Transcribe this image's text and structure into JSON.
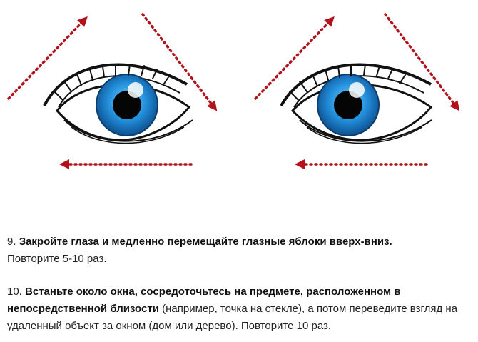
{
  "illustration": {
    "arrow_color": "#b1121b",
    "iris_color": "#1e86d0",
    "icons": [
      "eye-icon",
      "dotted-arrow-icon"
    ]
  },
  "steps": [
    {
      "number": "9.",
      "bold": "Закройте глаза и медленно перемещайте глазные яблоки вверх-вниз.",
      "text": "Повторите 5-10 раз."
    },
    {
      "number": "10.",
      "bold": "Встаньте около окна, сосредоточьтесь на предмете, расположенном в непосредственной близости",
      "text": "(например, точка на стекле), а потом переведите взгляд на удаленный объект за окном (дом или дерево). Повторите 10 раз."
    }
  ]
}
